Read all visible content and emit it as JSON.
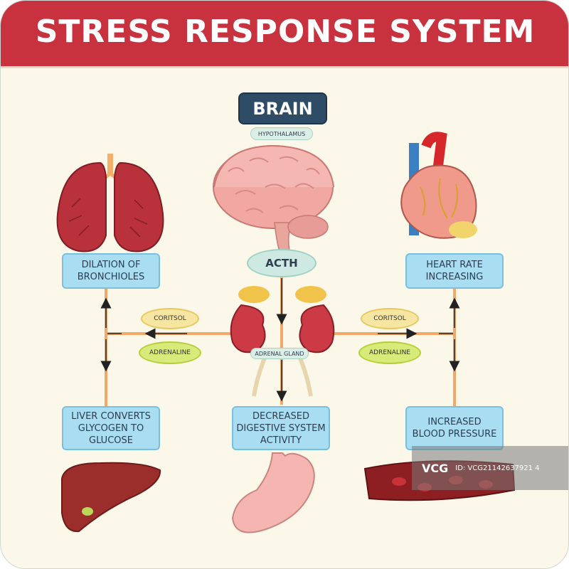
{
  "title": "STRESS RESPONSE SYSTEM",
  "brain": {
    "label": "BRAIN",
    "hypothalamus": "HYPOTHALAMUS",
    "acth": "ACTH",
    "adrenal_gland": "ADRENAL GLAND"
  },
  "hormones": {
    "cortisol": "CORITSOL",
    "adrenaline": "ADRENALINE"
  },
  "effects": {
    "lungs": [
      "DILATION OF",
      "BRONCHIOLES"
    ],
    "heart": [
      "HEART RATE",
      "INCREASING"
    ],
    "liver": [
      "LIVER CONVERTS",
      "GLYCOGEN TO",
      "GLUCOSE"
    ],
    "digestive": [
      "DECREASED",
      "DIGESTIVE SYSTEM",
      "ACTIVITY"
    ],
    "blood": [
      "INCREASED",
      "BLOOD PRESSURE"
    ]
  },
  "watermark": {
    "logo": "VCG",
    "id": "ID: VCG21142637921 4"
  },
  "colors": {
    "header": "#c8323f",
    "box": "#a9ddf1",
    "connector": "#f3a86a",
    "brain_label": "#2f4c66"
  }
}
